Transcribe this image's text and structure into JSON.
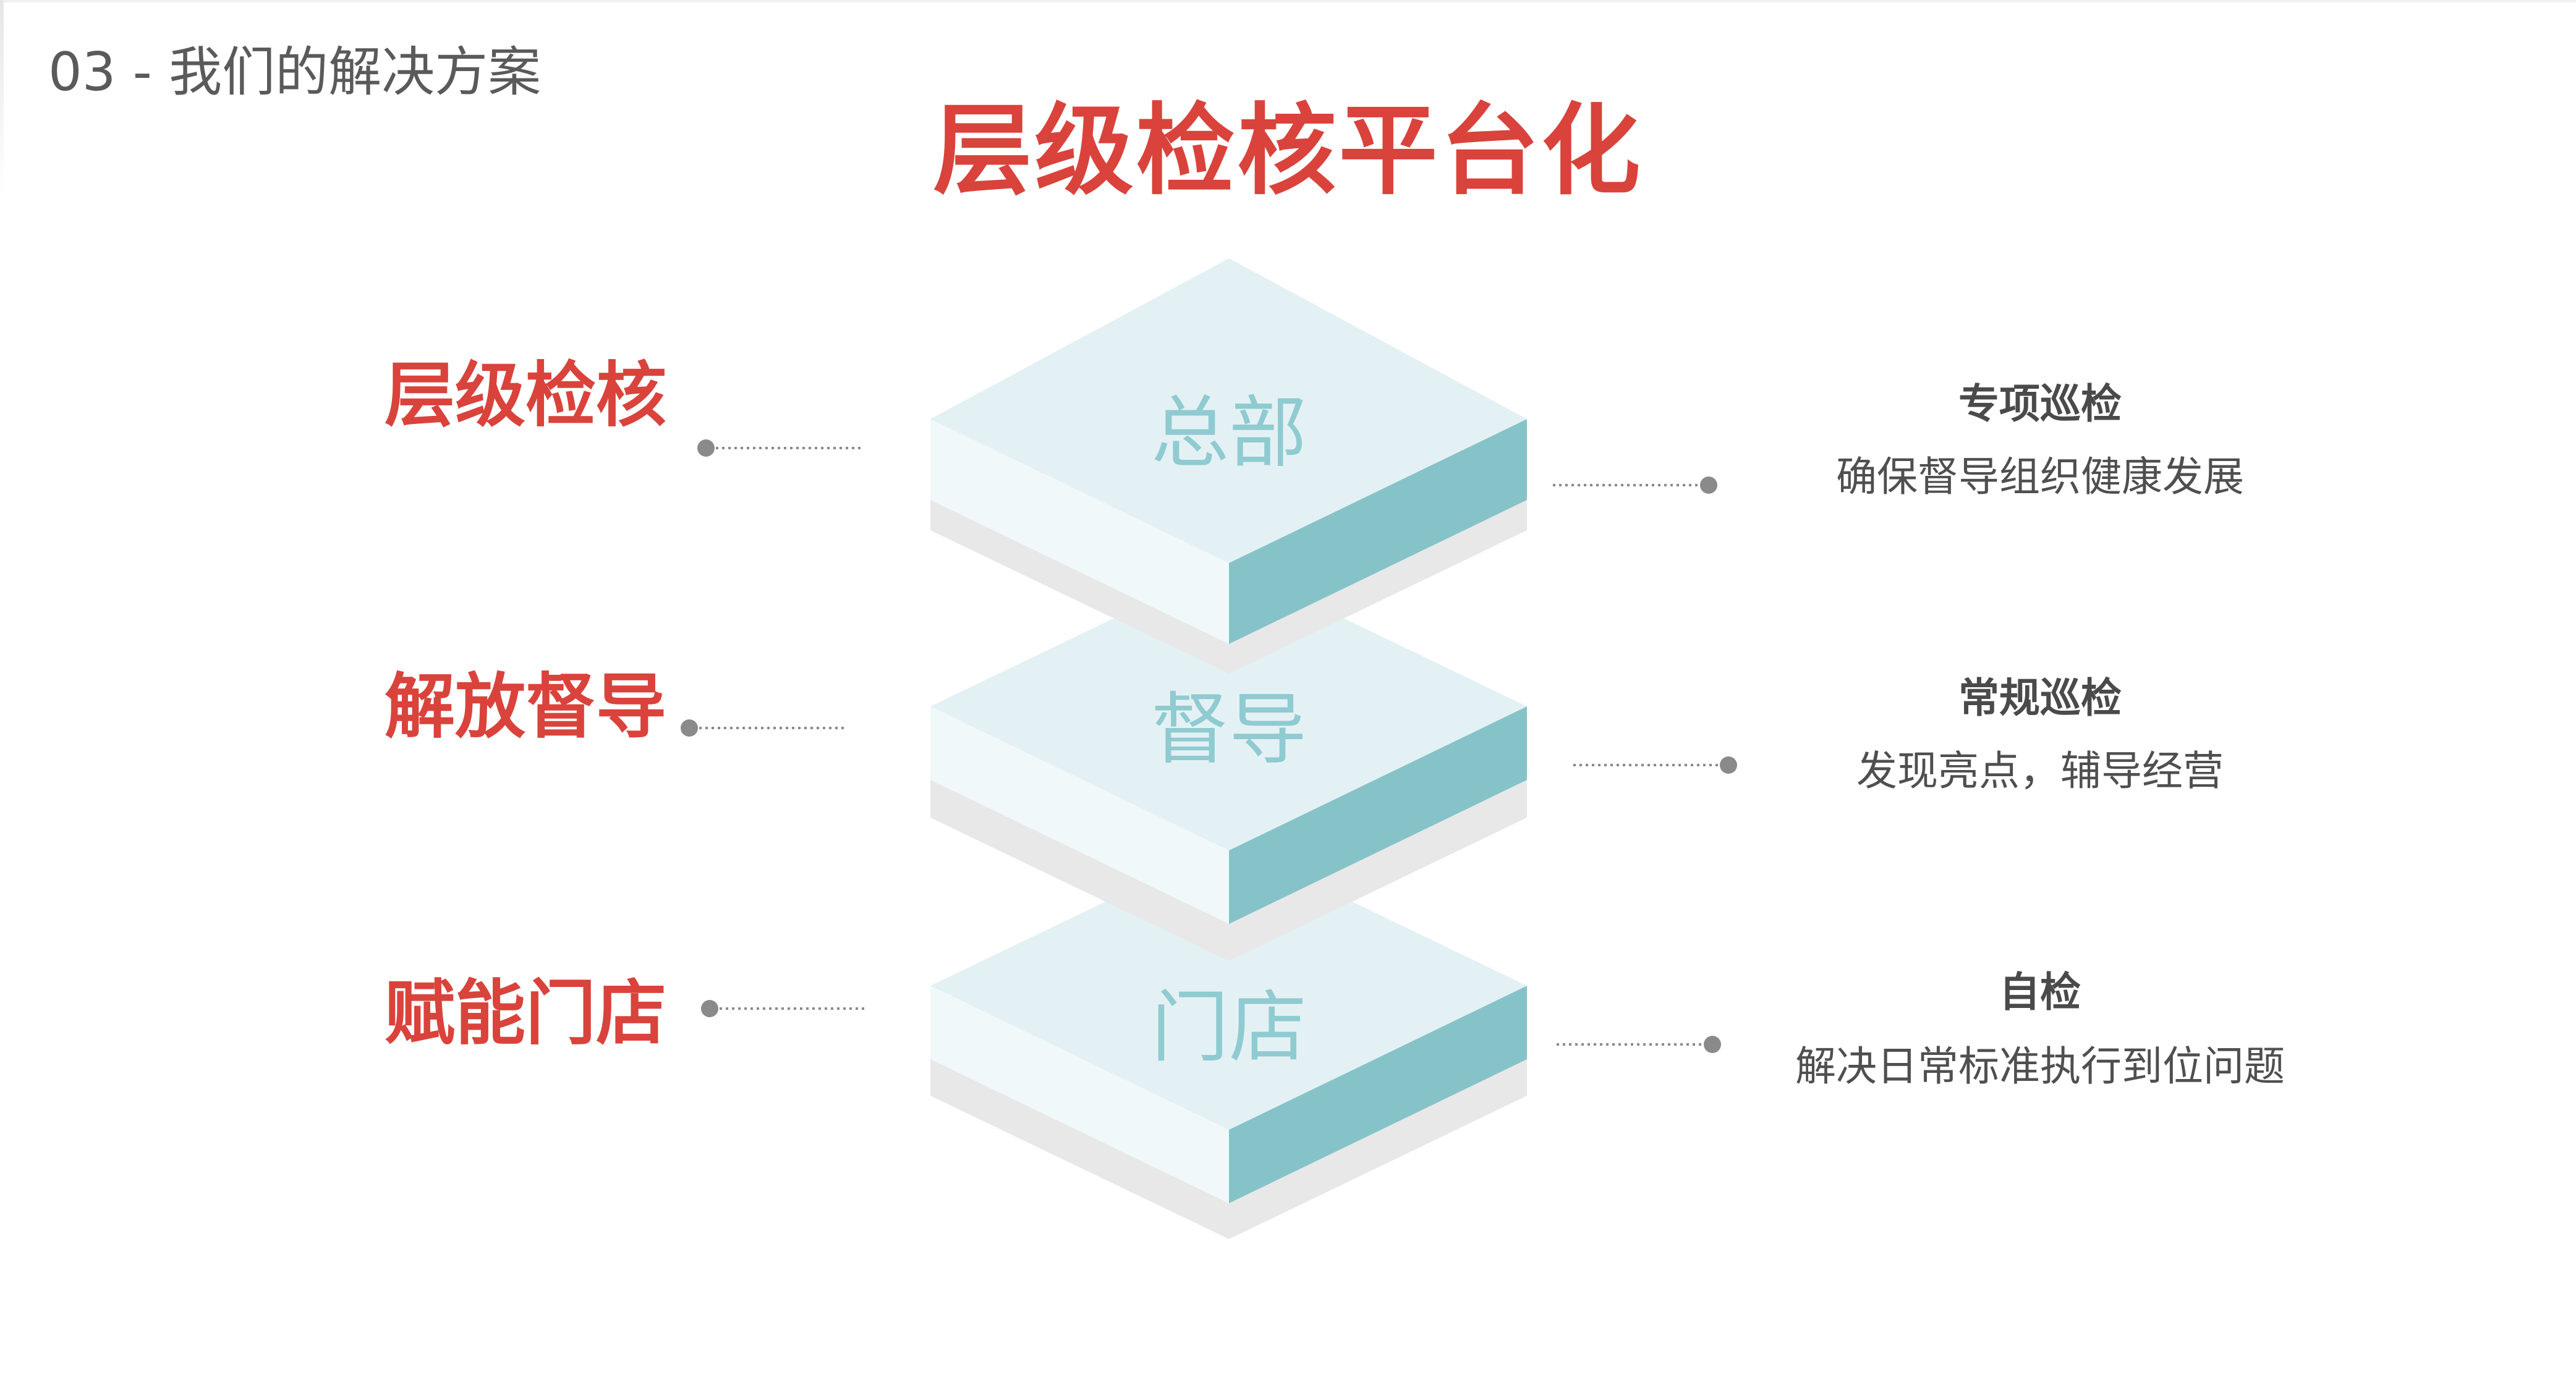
{
  "header": {
    "page_title": "03 - 我们的解决方案"
  },
  "main_title": "层级检核平台化",
  "tiers": [
    {
      "name": "总部",
      "left_label": "层级检核",
      "right_heading": "专项巡检",
      "right_desc": "确保督导组织健康发展"
    },
    {
      "name": "督导",
      "left_label": "解放督导",
      "right_heading": "常规巡检",
      "right_desc": "发现亮点，辅导经营"
    },
    {
      "name": "门店",
      "left_label": "赋能门店",
      "right_heading": "自检",
      "right_desc": "解决日常标准执行到位问题"
    }
  ],
  "colors": {
    "accent_red": "#d9433c",
    "tier_top": "#e6f3f5",
    "tier_left_side": "#f1f8f9",
    "tier_right_side": "#86c3c9",
    "tier_name_text": "#8fcbd0",
    "connector": "#8a8a8a"
  }
}
